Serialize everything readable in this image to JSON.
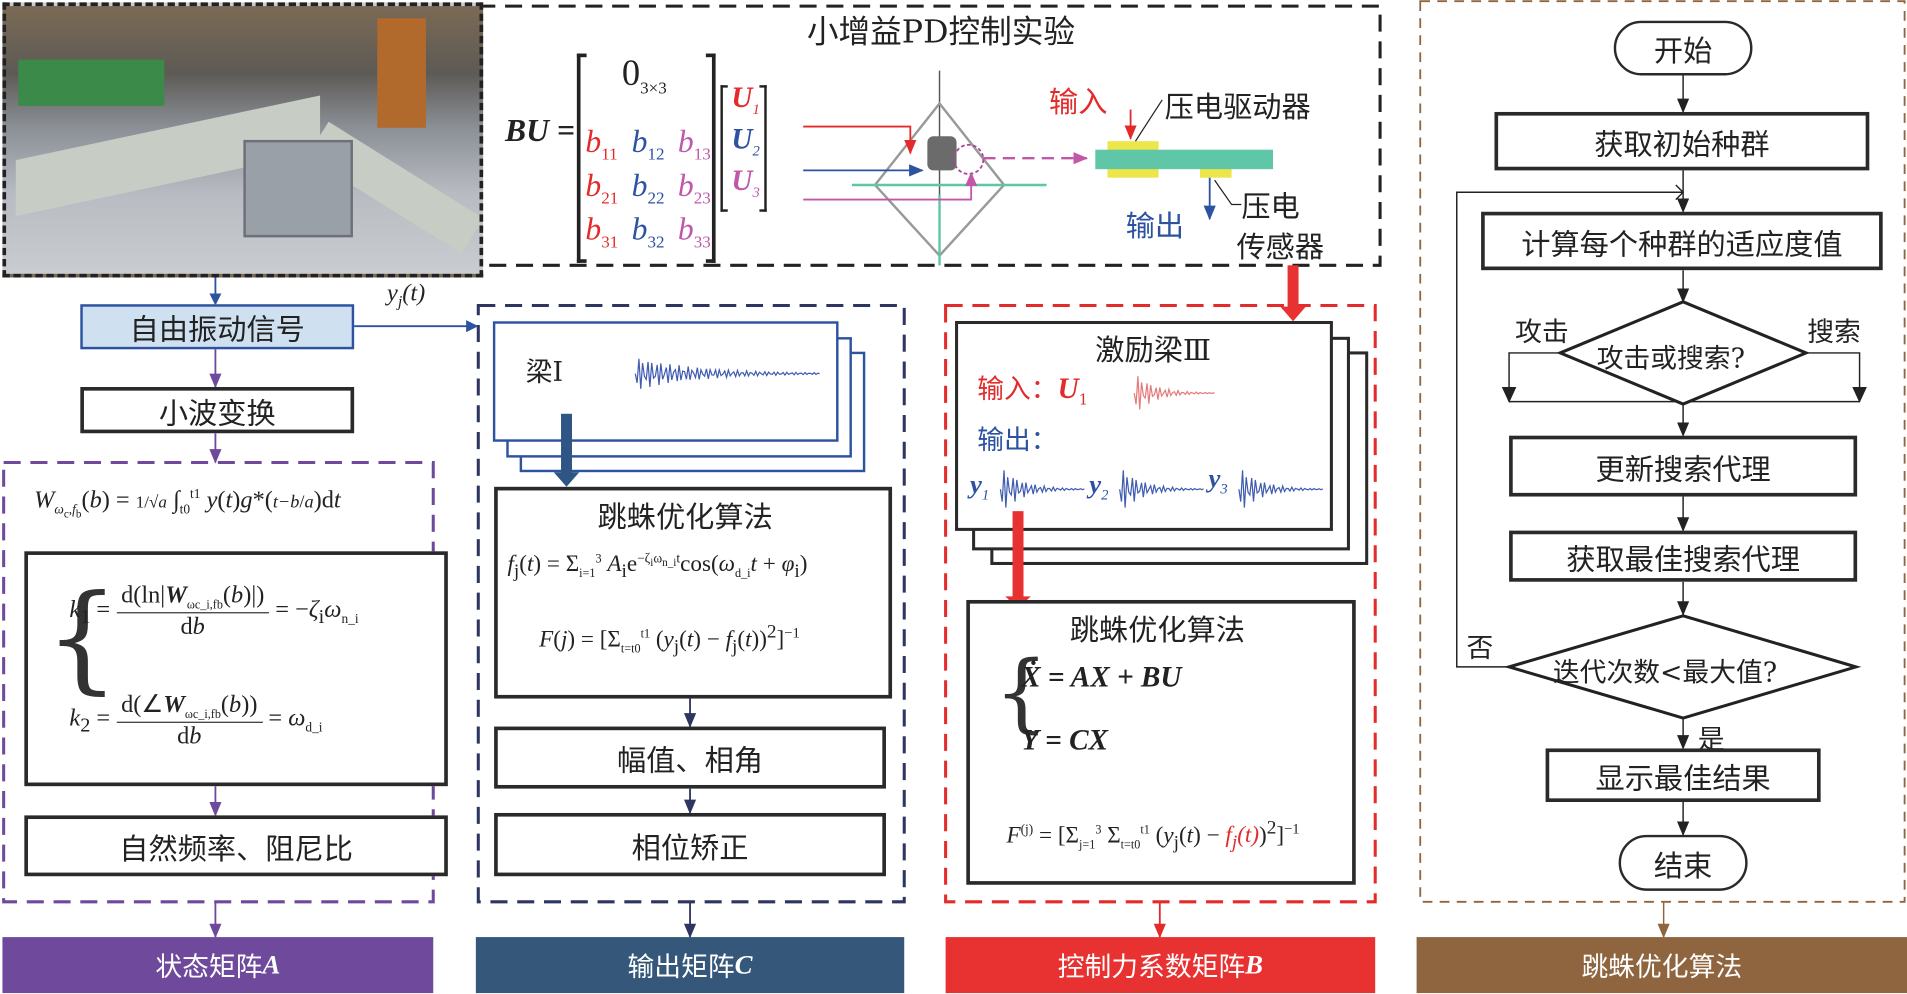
{
  "title": "小增益PD控制实验",
  "photo": {
    "alt": "实验装置照片"
  },
  "left": {
    "signal_box": "自由振动信号",
    "wavelet_box": "小波变换",
    "signal_label": "y_j(t)",
    "wavelet_formula": "W_{ωc,fb}(b) = 1/√a ∫_{t0}^{t1} y(t) g*((t−b)/a) dt",
    "k1_formula": "k₁ = d(ln|W_{ωc_i,fb}(b)|)/db = −ζᵢ ω_{n_i}",
    "k2_formula": "k₂ = d(∠W_{ωc_i,fb}(b))/db = ω_{d_i}",
    "result_box": "自然频率、阻尼比",
    "footer": "状态矩阵",
    "footer_var": "A"
  },
  "center": {
    "beam_label": "梁I",
    "algo_title": "跳蛛优化算法",
    "fj_formula": "f_j(t) = Σ_{i=1}^{3} A_i e^{−ζᵢω_{n_i}t} cos(ω_{d_i} t + φᵢ)",
    "F_formula": "F(j) = [Σ_{t=t0}^{t1} (y_j(t) − f_j(t))²]^{−1}",
    "amp_box": "幅值、相角",
    "phase_box": "相位矫正",
    "footer": "输出矩阵",
    "footer_var": "C"
  },
  "top": {
    "matrix_lhs": "BU",
    "matrix_zero": "0",
    "matrix_zero_sub": "3×3",
    "matrix_rows": [
      [
        "b11",
        "b12",
        "b13"
      ],
      [
        "b21",
        "b22",
        "b23"
      ],
      [
        "b31",
        "b32",
        "b33"
      ]
    ],
    "vector": [
      "U1",
      "U2",
      "U3"
    ],
    "input_label": "输入",
    "output_label": "输出",
    "actuator_label": "压电驱动器",
    "sensor_label_1": "压电",
    "sensor_label_2": "传感器"
  },
  "right_center": {
    "excite_title": "激励梁Ⅲ",
    "input_label": "输入：",
    "input_var": "U",
    "input_sub": "1",
    "output_label": "输出：",
    "outputs": [
      "y1",
      "y2",
      "y3"
    ],
    "algo_title": "跳蛛优化算法",
    "state_eq_1": "Ẋ = AX + BU",
    "state_eq_2": "Y = CX",
    "F_formula": "F^(j) = [Σ_{j=1}^{3} Σ_{t=t0}^{t1} (y_j(t) − f_j(t))²]^{−1}",
    "footer": "控制力系数矩阵",
    "footer_var": "B"
  },
  "flowchart": {
    "start": "开始",
    "step1": "获取初始种群",
    "step2": "计算每个种群的适应度值",
    "decision1": "攻击或搜索?",
    "branch_left": "攻击",
    "branch_right": "搜索",
    "step3": "更新搜索代理",
    "step4": "获取最佳搜索代理",
    "decision2": "迭代次数<最大值?",
    "no_label": "否",
    "yes_label": "是",
    "step5": "显示最佳结果",
    "end": "结束",
    "footer": "跳蛛优化算法"
  },
  "colors": {
    "purple": "#6f4a9c",
    "navy": "#35577a",
    "red": "#e83131",
    "brown": "#8f6540",
    "signal_fill": "#cfe0f0",
    "wave_blue": "#3f5cb0",
    "wave_red": "#e57a7a"
  }
}
